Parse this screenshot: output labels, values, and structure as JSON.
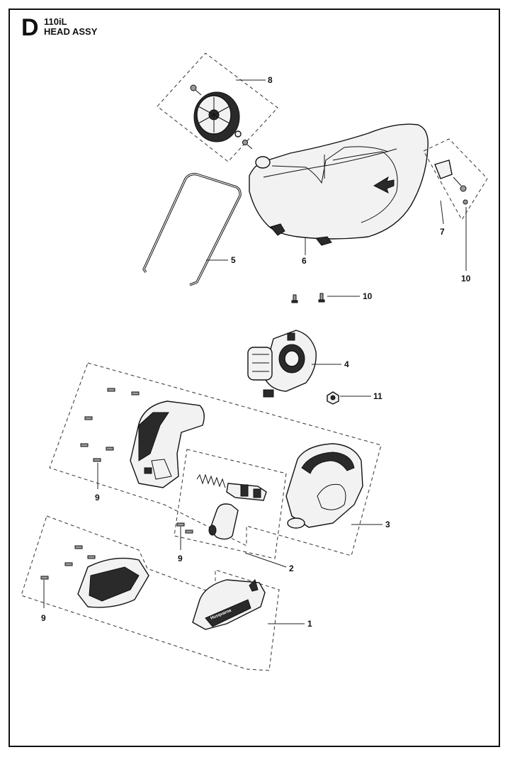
{
  "header": {
    "section_letter": "D",
    "model": "110iL",
    "title": "HEAD ASSY"
  },
  "callouts": {
    "c1": "1",
    "c2": "2",
    "c3": "3",
    "c4": "4",
    "c5": "5",
    "c6": "6",
    "c7": "7",
    "c8": "8",
    "c9a": "9",
    "c9b": "9",
    "c9c": "9",
    "c10a": "10",
    "c10b": "10",
    "c11": "11"
  },
  "brand_mark": "Husqvarna"
}
